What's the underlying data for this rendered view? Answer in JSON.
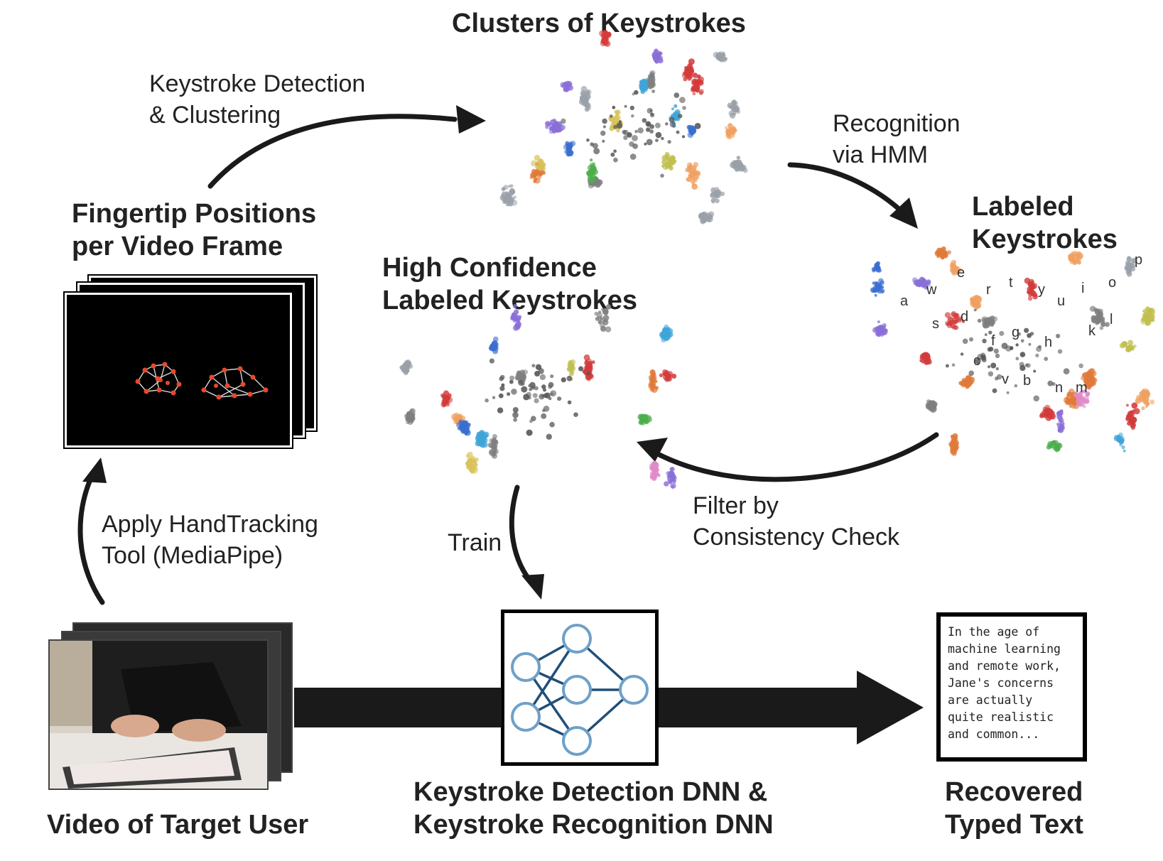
{
  "titles": {
    "clusters": "Clusters of Keystrokes",
    "fingertip": [
      "Fingertip Positions",
      "per Video Frame"
    ],
    "high_conf": [
      "High Confidence",
      "Labeled Keystrokes"
    ],
    "labeled": [
      "Labeled",
      "Keystrokes"
    ],
    "video": "Video of Target User",
    "dnn": [
      "Keystroke Detection DNN &",
      "Keystroke Recognition DNN"
    ],
    "recovered": [
      "Recovered",
      "Typed Text"
    ]
  },
  "steps": {
    "detection": [
      "Keystroke Detection",
      "& Clustering"
    ],
    "recognition": [
      "Recognition",
      "via HMM"
    ],
    "filter": [
      "Filter by",
      "Consistency Check"
    ],
    "handtracking": [
      "Apply HandTracking",
      "Tool (MediaPipe)"
    ],
    "train": "Train"
  },
  "recovered_text": "In the age of\nmachine learning\nand remote work,\nJane's concerns\nare actually\nquite realistic\nand common...",
  "key_letters": [
    "a",
    "w",
    "e",
    "r",
    "t",
    "y",
    "u",
    "i",
    "o",
    "p",
    "s",
    "d",
    "f",
    "g",
    "h",
    "k",
    "l",
    "c",
    "v",
    "b",
    "n",
    "m"
  ],
  "colors": {
    "arrow": "#1a1a1a",
    "node": "#6fa0c8",
    "edge": "#1f4f7a",
    "hand_points": "#e8482e"
  },
  "icons": {
    "network": "neural-network-icon",
    "hand": "hand-landmarks-icon"
  }
}
